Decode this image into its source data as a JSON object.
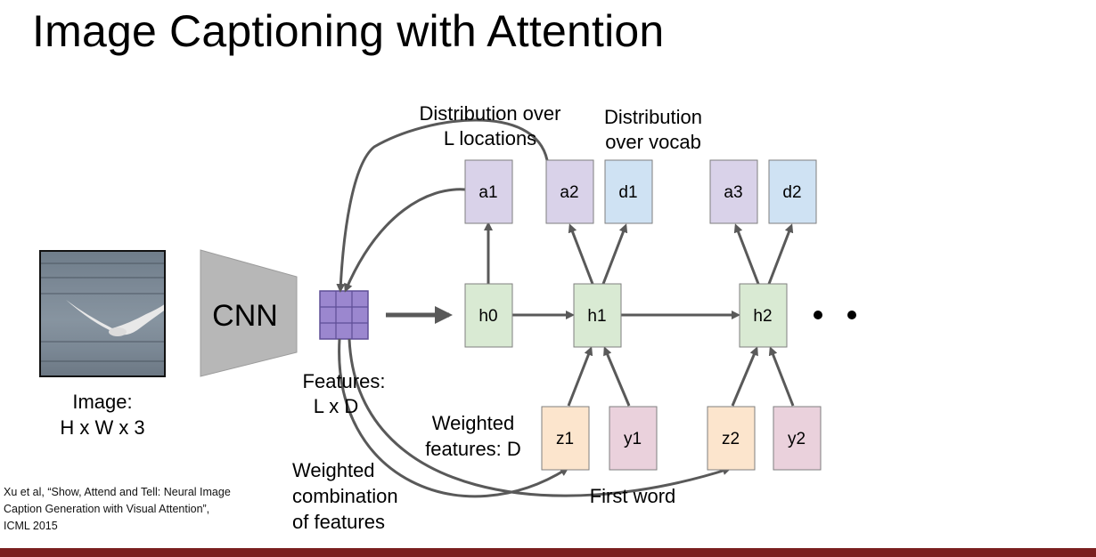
{
  "slide": {
    "title": "Image Captioning with Attention",
    "citation": "Xu et al, “Show, Attend and Tell: Neural Image Caption Generation with Visual Attention”, ICML 2015"
  },
  "diagram": {
    "image_label_line1": "Image:",
    "image_label_line2": "H x W x 3",
    "cnn_label": "CNN",
    "features_label_line1": "Features:",
    "features_label_line2": "L x D",
    "dist_locations_line1": "Distribution over",
    "dist_locations_line2": "L locations",
    "dist_vocab_line1": "Distribution",
    "dist_vocab_line2": "over vocab",
    "weighted_features_line1": "Weighted",
    "weighted_features_line2": "features: D",
    "weighted_combo_line1": "Weighted",
    "weighted_combo_line2": "combination",
    "weighted_combo_line3": "of features",
    "first_word": "First word",
    "nodes": {
      "h0": "h0",
      "h1": "h1",
      "h2": "h2",
      "a1": "a1",
      "a2": "a2",
      "a3": "a3",
      "d1": "d1",
      "d2": "d2",
      "z1": "z1",
      "z2": "z2",
      "y1": "y1",
      "y2": "y2"
    }
  },
  "colors": {
    "hidden": "#d9ead3",
    "attention": "#d9d2e9",
    "vocab": "#cfe2f3",
    "z": "#fce5cd",
    "y": "#ead1dc",
    "grid": "#9b87cf",
    "cnn": "#b7b7b7",
    "arrow": "#595959",
    "footer": "#7a1f1f"
  }
}
